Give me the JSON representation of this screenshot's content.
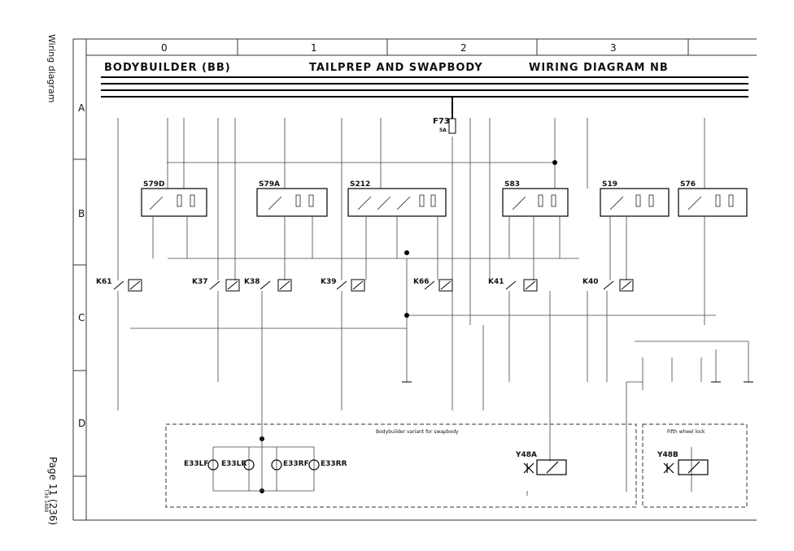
{
  "side": {
    "top_label": "Wiring diagram",
    "bottom_label": "Page 11 (236)",
    "doc_code": "T30 1488"
  },
  "titles": {
    "left": "BODYBUILDER (BB)",
    "center": "TAILPREP AND SWAPBODY",
    "right": "WIRING DIAGRAM NB"
  },
  "columns": [
    "0",
    "1",
    "2",
    "3"
  ],
  "rows": [
    "A",
    "B",
    "C",
    "D"
  ],
  "fuse": {
    "label": "F73",
    "rating": "5A"
  },
  "switches": [
    "S79D",
    "S79A",
    "S212",
    "S83",
    "S19",
    "S76"
  ],
  "relays": [
    "K61",
    "K37",
    "K38",
    "K39",
    "K66",
    "K41",
    "K40"
  ],
  "lamps": [
    "E33LF",
    "E33LR",
    "E33RF",
    "E33RR"
  ],
  "valves": [
    "Y48A",
    "Y48B"
  ],
  "boxes": {
    "bodybuilder": "Bodybuilder variant for swapbody",
    "fifth_wheel": "Fifth wheel lock"
  }
}
